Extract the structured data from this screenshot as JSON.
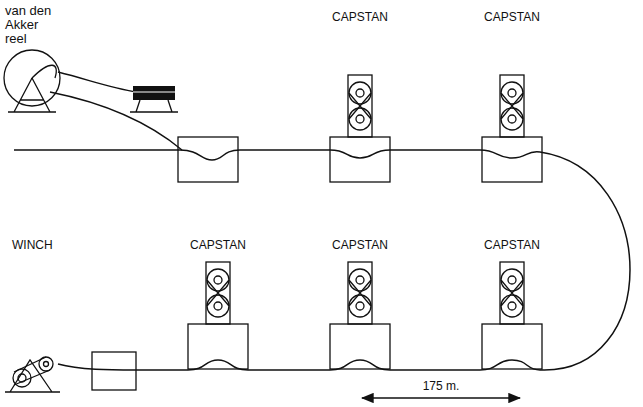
{
  "diagram": {
    "labels": [
      "van den Akker reel",
      "CAPSTAN",
      "CAPSTAN",
      "CAPSTAN",
      "CAPSTAN",
      "CAPSTAN",
      "WINCH",
      "175 m."
    ]
  }
}
